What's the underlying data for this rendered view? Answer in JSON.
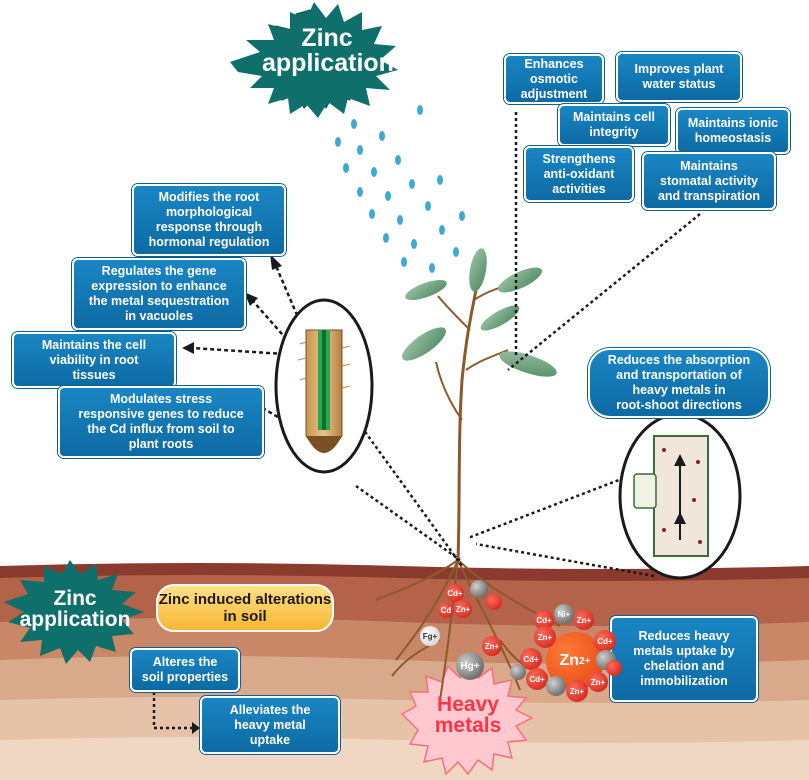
{
  "title_star": {
    "line1": "Zinc",
    "line2": "application"
  },
  "soil_star": {
    "line1": "Zinc",
    "line2": "application"
  },
  "soil_pill": {
    "line1": "Zinc induced",
    "line2": "alterations  in soil"
  },
  "heavy_star": {
    "line1": "Heavy",
    "line2": "metals"
  },
  "leaf_effects": [
    {
      "id": "osmotic",
      "lines": [
        "Enhances",
        "osmotic",
        "adjustment"
      ]
    },
    {
      "id": "water",
      "lines": [
        "Improves plant",
        "water status"
      ]
    },
    {
      "id": "cell-integrity",
      "lines": [
        "Maintains cell",
        "integrity"
      ]
    },
    {
      "id": "ionic",
      "lines": [
        "Maintains ionic",
        "homeostasis"
      ]
    },
    {
      "id": "antioxidant",
      "lines": [
        "Strengthens",
        "anti-oxidant",
        "activities"
      ]
    },
    {
      "id": "stomatal",
      "lines": [
        "Maintains",
        "stomatal activity",
        "and transpiration"
      ]
    }
  ],
  "root_effects": [
    {
      "id": "morphology",
      "lines": [
        "Modifies the root",
        "morphological",
        "response through",
        "hormonal regulation"
      ]
    },
    {
      "id": "gene",
      "lines": [
        "Regulates the gene",
        "expression to enhance",
        "the metal sequestration",
        "in vacuoles"
      ]
    },
    {
      "id": "viability",
      "lines": [
        "Maintains the cell",
        "viability in root",
        "tissues"
      ]
    },
    {
      "id": "stress",
      "lines": [
        "Modulates stress",
        "responsive genes to reduce",
        "the Cd influx from soil to",
        "plant roots"
      ]
    }
  ],
  "transport_box": {
    "lines": [
      "Reduces the absorption",
      "and transportation of",
      "heavy metals in",
      "root-shoot directions"
    ]
  },
  "soil_effects": [
    {
      "id": "soil-props",
      "lines": [
        "Alteres the",
        "soil properties"
      ]
    },
    {
      "id": "alleviate",
      "lines": [
        "Alleviates the",
        "heavy metal",
        "uptake"
      ]
    }
  ],
  "chelation_box": {
    "lines": [
      "Reduces heavy",
      "metals uptake by",
      "chelation and",
      "immobilization"
    ]
  },
  "ions": {
    "zn_big": "Zn",
    "zn_big_sup": "2+",
    "cd_plus": "Cd+",
    "zn_plus": "Zn+",
    "cd2": "Cd",
    "hg_plus": "Hg+",
    "ni_plus": "Ni+",
    "fg_plus": "Fg+"
  },
  "colors": {
    "box_blue": "#1074b0",
    "star_teal": "#0f6f6a",
    "heavy_pink": "#ffc9cf",
    "heavy_text": "#ff3347",
    "pill_gold": "#f7b731",
    "spray_blue": "#3fa9d6"
  }
}
